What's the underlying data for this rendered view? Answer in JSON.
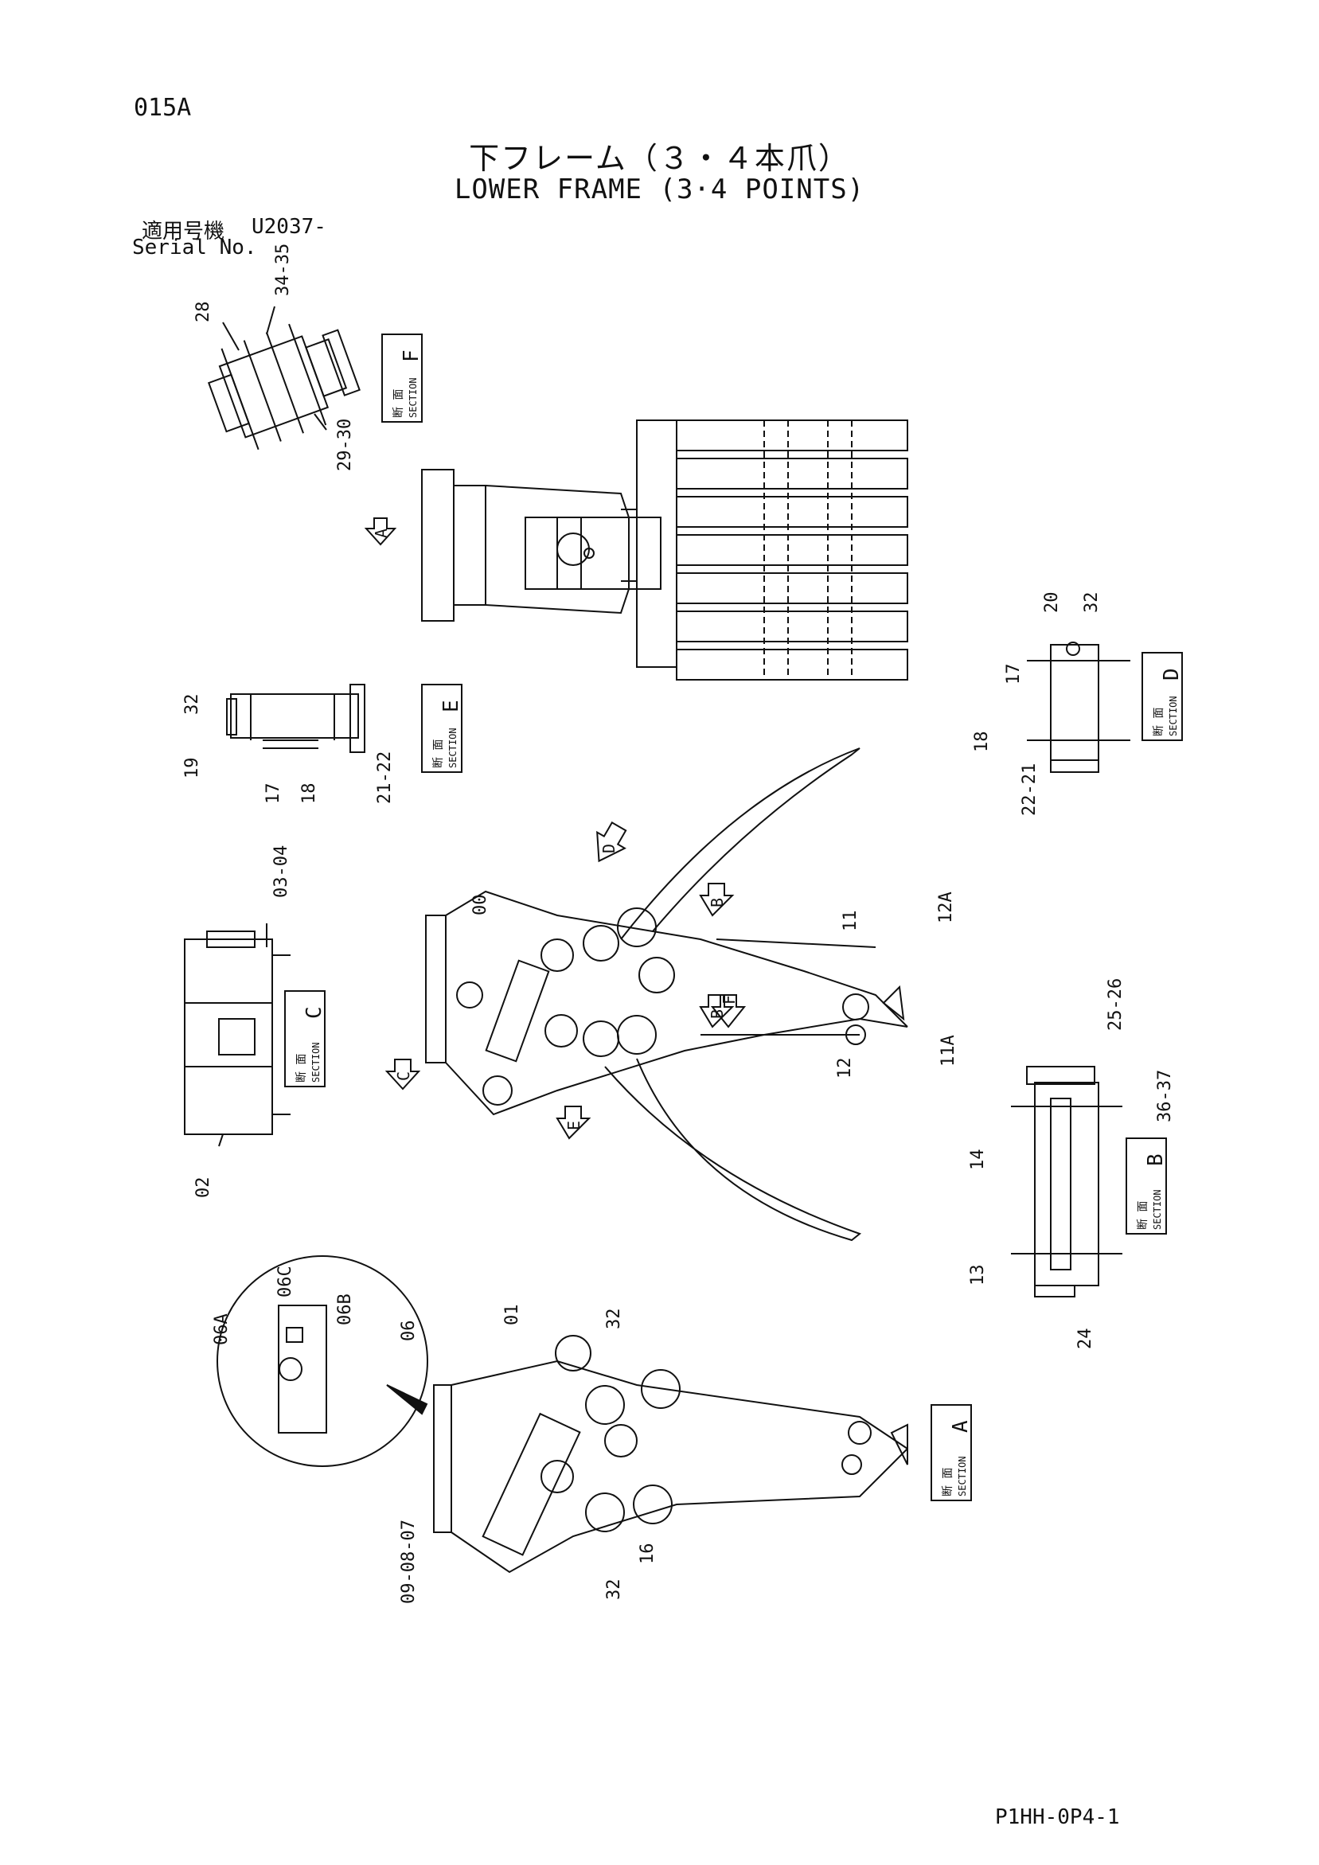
{
  "header": {
    "page_code": "015A",
    "title_jp": "下フレーム（３・４本爪）",
    "title_en": "LOWER FRAME (3·4 POINTS)",
    "serial_label_jp": "適用号機",
    "serial_value": "U2037-",
    "serial_label_en": "Serial No."
  },
  "footer": {
    "doc_code": "P1HH-0P4-1"
  },
  "section_boxes": {
    "jp": "断 面",
    "en": "SECTION",
    "letters": [
      "A",
      "B",
      "C",
      "D",
      "E",
      "F"
    ]
  },
  "view_arrows": [
    "A",
    "B",
    "B",
    "C",
    "D",
    "E",
    "F"
  ],
  "part_labels": {
    "d1": "34-35",
    "d2": "28",
    "d3": "29-30",
    "e1": "32",
    "e2": "19",
    "e3": "17",
    "e4": "18",
    "e5": "21-22",
    "f1": "20",
    "f2": "32",
    "f3": "17",
    "f4": "18",
    "f5": "22-21",
    "c1": "03-04",
    "c2": "02",
    "m1": "00",
    "m2": "11",
    "m3": "12A",
    "m4": "11A",
    "m5": "12",
    "b1": "25-26",
    "b2": "36-37",
    "b3": "14",
    "b4": "13",
    "b5": "24",
    "a1": "06A",
    "a2": "06C",
    "a3": "06B",
    "a4": "06",
    "a5": "01",
    "a6": "32",
    "a7": "09-08-07",
    "a8": "32",
    "a9": "16"
  }
}
